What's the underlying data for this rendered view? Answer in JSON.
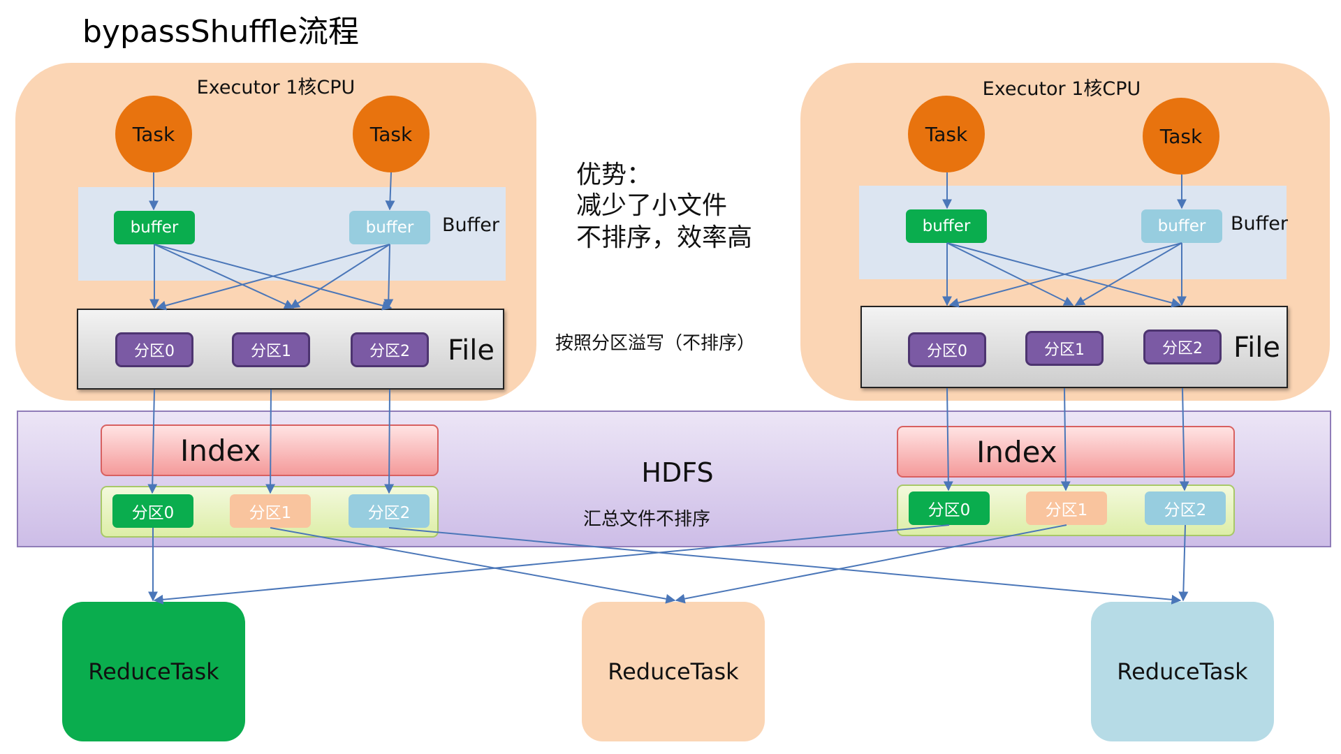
{
  "title": "bypassShuffle流程",
  "executors": [
    {
      "label": "Executor 1核CPU",
      "tasks": [
        "Task",
        "Task"
      ],
      "buffers": [
        "buffer",
        "buffer"
      ],
      "buffer_label": "Buffer",
      "file_label": "File",
      "partitions": [
        "分区0",
        "分区1",
        "分区2"
      ]
    },
    {
      "label": "Executor 1核CPU",
      "tasks": [
        "Task",
        "Task"
      ],
      "buffers": [
        "buffer",
        "buffer"
      ],
      "buffer_label": "Buffer",
      "file_label": "File",
      "partitions": [
        "分区0",
        "分区1",
        "分区2"
      ]
    }
  ],
  "advantages": {
    "heading": "优势：",
    "line1": "减少了小文件",
    "line2": "不排序，效率高"
  },
  "spill_note": "按照分区溢写（不排序）",
  "hdfs": {
    "label": "HDFS",
    "summary_note": "汇总文件不排序",
    "groups": [
      {
        "index_label": "Index",
        "partitions": [
          "分区0",
          "分区1",
          "分区2"
        ]
      },
      {
        "index_label": "Index",
        "partitions": [
          "分区0",
          "分区1",
          "分区2"
        ]
      }
    ]
  },
  "reduce_tasks": [
    "ReduceTask",
    "ReduceTask",
    "ReduceTask"
  ],
  "colors": {
    "executor": "#fbd5b4",
    "task": "#e8730e",
    "buffer_band": "#dce5f1",
    "partition_purple": "#7b5aa4",
    "green": "#0aad4e",
    "peach": "#f9c49e",
    "light_blue": "#97cddf",
    "arrow": "#4a76b8"
  }
}
